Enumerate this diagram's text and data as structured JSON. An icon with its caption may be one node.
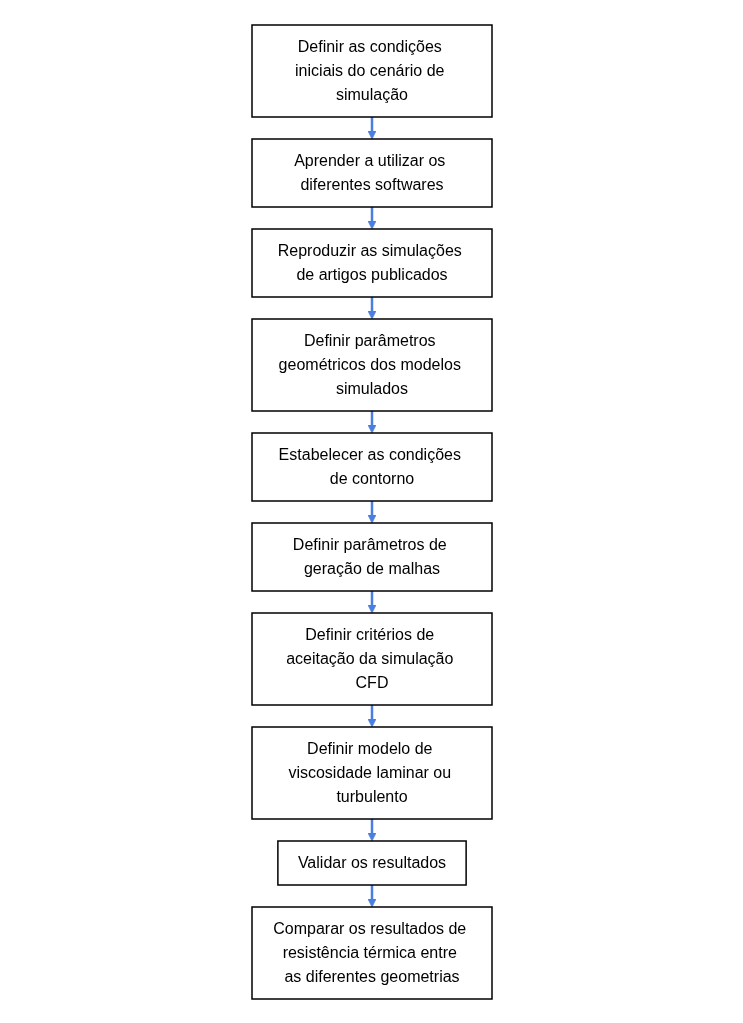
{
  "diagram": {
    "nodes": [
      {
        "text": [
          "Definir as condições iniciais do cenário de simulação"
        ]
      },
      {
        "text": [
          "Aprender a utilizar os diferentes softwares"
        ]
      },
      {
        "text": [
          "Reproduzir as simulações de artigos publicados"
        ]
      },
      {
        "text": [
          "Definir parâmetros geométricos dos modelos simulados"
        ]
      },
      {
        "text": [
          "Estabelecer as condições de contorno"
        ]
      },
      {
        "text": [
          "Definir parâmetros de geração de malhas"
        ]
      },
      {
        "text": [
          "Definir critérios de aceitação da simulação CFD"
        ]
      },
      {
        "text": [
          "Definir modelo de viscosidade laminar ou turbulento"
        ]
      },
      {
        "text": [
          "Validar os resultados"
        ]
      },
      {
        "text": [
          "Comparar os resultados de resistência térmica entre as diferentes geometrias"
        ]
      }
    ],
    "edges": [
      {
        "from": 0,
        "to": 1,
        "arrow": "to"
      },
      {
        "from": 1,
        "to": 2,
        "arrow": "to"
      },
      {
        "from": 2,
        "to": 3,
        "arrow": "to"
      },
      {
        "from": 3,
        "to": 4,
        "arrow": "to"
      },
      {
        "from": 4,
        "to": 5,
        "arrow": "to"
      },
      {
        "from": 5,
        "to": 6,
        "arrow": "to"
      },
      {
        "from": 6,
        "to": 7,
        "arrow": "to"
      },
      {
        "from": 7,
        "to": 8,
        "arrow": "to"
      },
      {
        "from": 8,
        "to": 9,
        "arrow": "to"
      }
    ]
  }
}
